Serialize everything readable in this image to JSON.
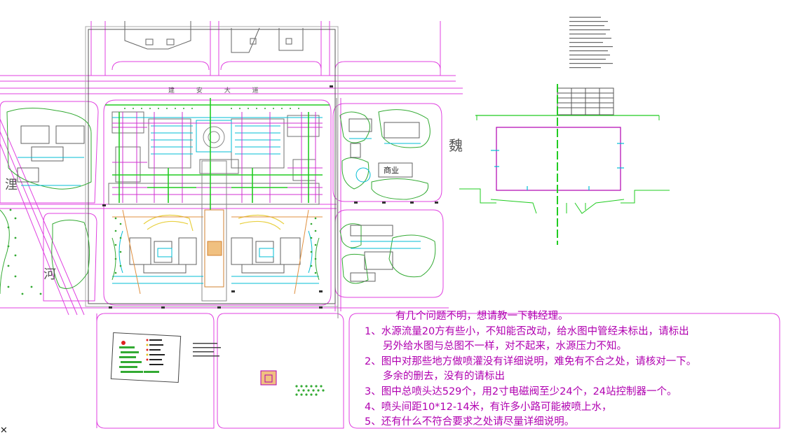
{
  "colors": {
    "background": "#ffffff",
    "road_line": "#e040e0",
    "pipe_main": "#22dd22",
    "annotation": "#b000b0",
    "building": "#606060",
    "water_pipe": "#00bcd4",
    "frame": "#444444"
  },
  "map_labels": {
    "road_name": "建 安 大 道",
    "street_east": "魏",
    "river_1": "浬",
    "river_2": "河",
    "commercial": "商业"
  },
  "notes": {
    "title": "有几个问题不明，想请教一下韩经理。",
    "lines": [
      "1、水源流量20方有些小，不知能否改动，给水图中管经未标出，请标出",
      "另外给水图与总图不一样，对不起来，水源压力不知。",
      "2、图中对那些地方做喷灌没有详细说明，难免有不合之处，请核对一下。",
      "多余的删去，没有的请标出",
      "3、图中总喷头达529个，用2寸电磁阀至少24个，24站控制器一个。",
      "4、喷头间距10*12-14米，有许多小路可能被喷上水，",
      "5、还有什么不符合要求之处请尽量详细说明。"
    ]
  },
  "cursor": {
    "symbol": "✕"
  }
}
